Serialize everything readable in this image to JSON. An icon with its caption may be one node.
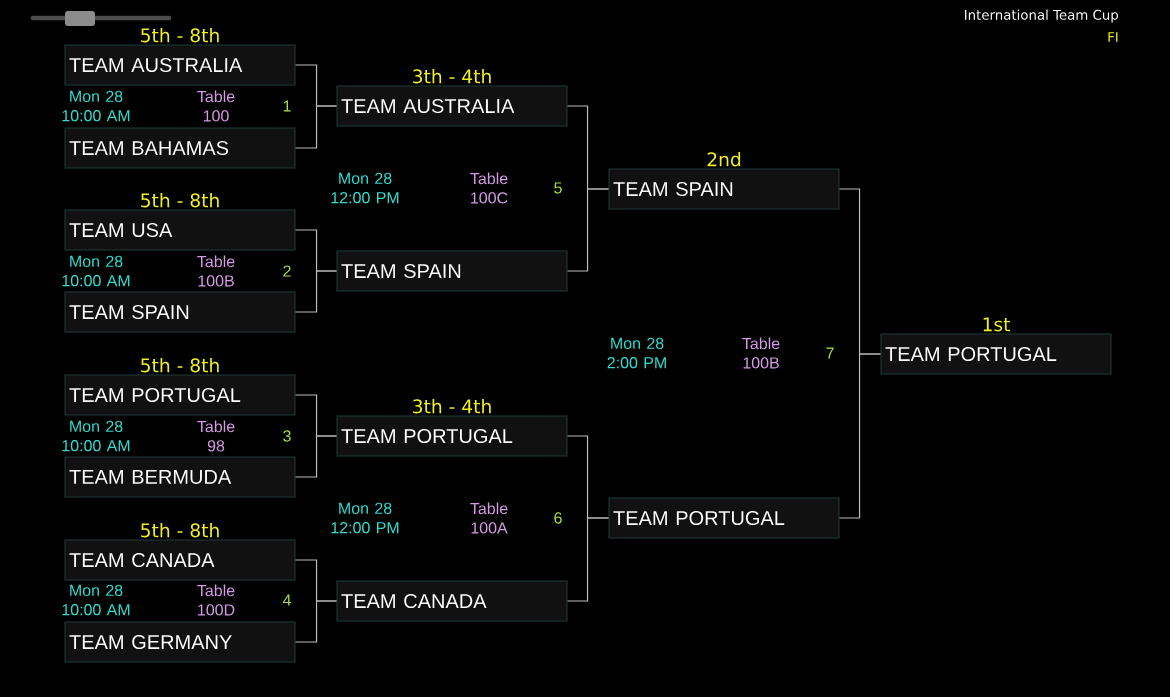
{
  "diagram": {
    "title": "International Team Cup",
    "nodes": [
      {
        "text": [
          "5th - 8th",
          "TEAM AUSTRALIA"
        ]
      },
      {
        "text": [
          "TEAM BAHAMAS"
        ]
      },
      {
        "text": [
          "5th - 8th",
          "TEAM USA"
        ]
      },
      {
        "text": [
          "TEAM SPAIN"
        ]
      },
      {
        "text": [
          "5th - 8th",
          "TEAM PORTUGAL"
        ]
      },
      {
        "text": [
          "TEAM BERMUDA"
        ]
      },
      {
        "text": [
          "5th - 8th",
          "TEAM CANADA"
        ]
      },
      {
        "text": [
          "TEAM GERMANY"
        ]
      },
      {
        "text": [
          "3th - 4th",
          "TEAM AUSTRALIA"
        ]
      },
      {
        "text": [
          "TEAM SPAIN"
        ]
      },
      {
        "text": [
          "3th - 4th",
          "TEAM PORTUGAL"
        ]
      },
      {
        "text": [
          "TEAM CANADA"
        ]
      },
      {
        "text": [
          "2nd",
          "TEAM SPAIN"
        ]
      },
      {
        "text": [
          "TEAM PORTUGAL"
        ]
      },
      {
        "text": [
          "1st",
          "TEAM PORTUGAL"
        ]
      }
    ],
    "edges": [
      {
        "from": 0,
        "to": 8,
        "arrow": "none"
      },
      {
        "from": 1,
        "to": 8,
        "arrow": "none"
      },
      {
        "from": 2,
        "to": 9,
        "arrow": "none"
      },
      {
        "from": 3,
        "to": 9,
        "arrow": "none"
      },
      {
        "from": 4,
        "to": 10,
        "arrow": "none"
      },
      {
        "from": 5,
        "to": 10,
        "arrow": "none"
      },
      {
        "from": 6,
        "to": 11,
        "arrow": "none"
      },
      {
        "from": 7,
        "to": 11,
        "arrow": "none"
      },
      {
        "from": 8,
        "to": 12,
        "arrow": "none"
      },
      {
        "from": 9,
        "to": 12,
        "arrow": "none"
      },
      {
        "from": 10,
        "to": 13,
        "arrow": "none"
      },
      {
        "from": 11,
        "to": 13,
        "arrow": "none"
      },
      {
        "from": 12,
        "to": 14,
        "arrow": "none"
      },
      {
        "from": 13,
        "to": 14,
        "arrow": "none"
      }
    ],
    "labels": [
      "FI",
      "Mon 28 10:00 AM",
      "Table 100",
      "1",
      "Mon 28 12:00 PM",
      "Table 100C",
      "5",
      "Mon 28 10:00 AM",
      "Table 100B",
      "2",
      "Mon 28 2:00 PM",
      "Table 100B",
      "7",
      "Mon 28 10:00 AM",
      "Table 98",
      "3",
      "Mon 28 12:00 PM",
      "Table 100A",
      "6",
      "Mon 28 10:00 AM",
      "Table 100D",
      "4"
    ]
  }
}
